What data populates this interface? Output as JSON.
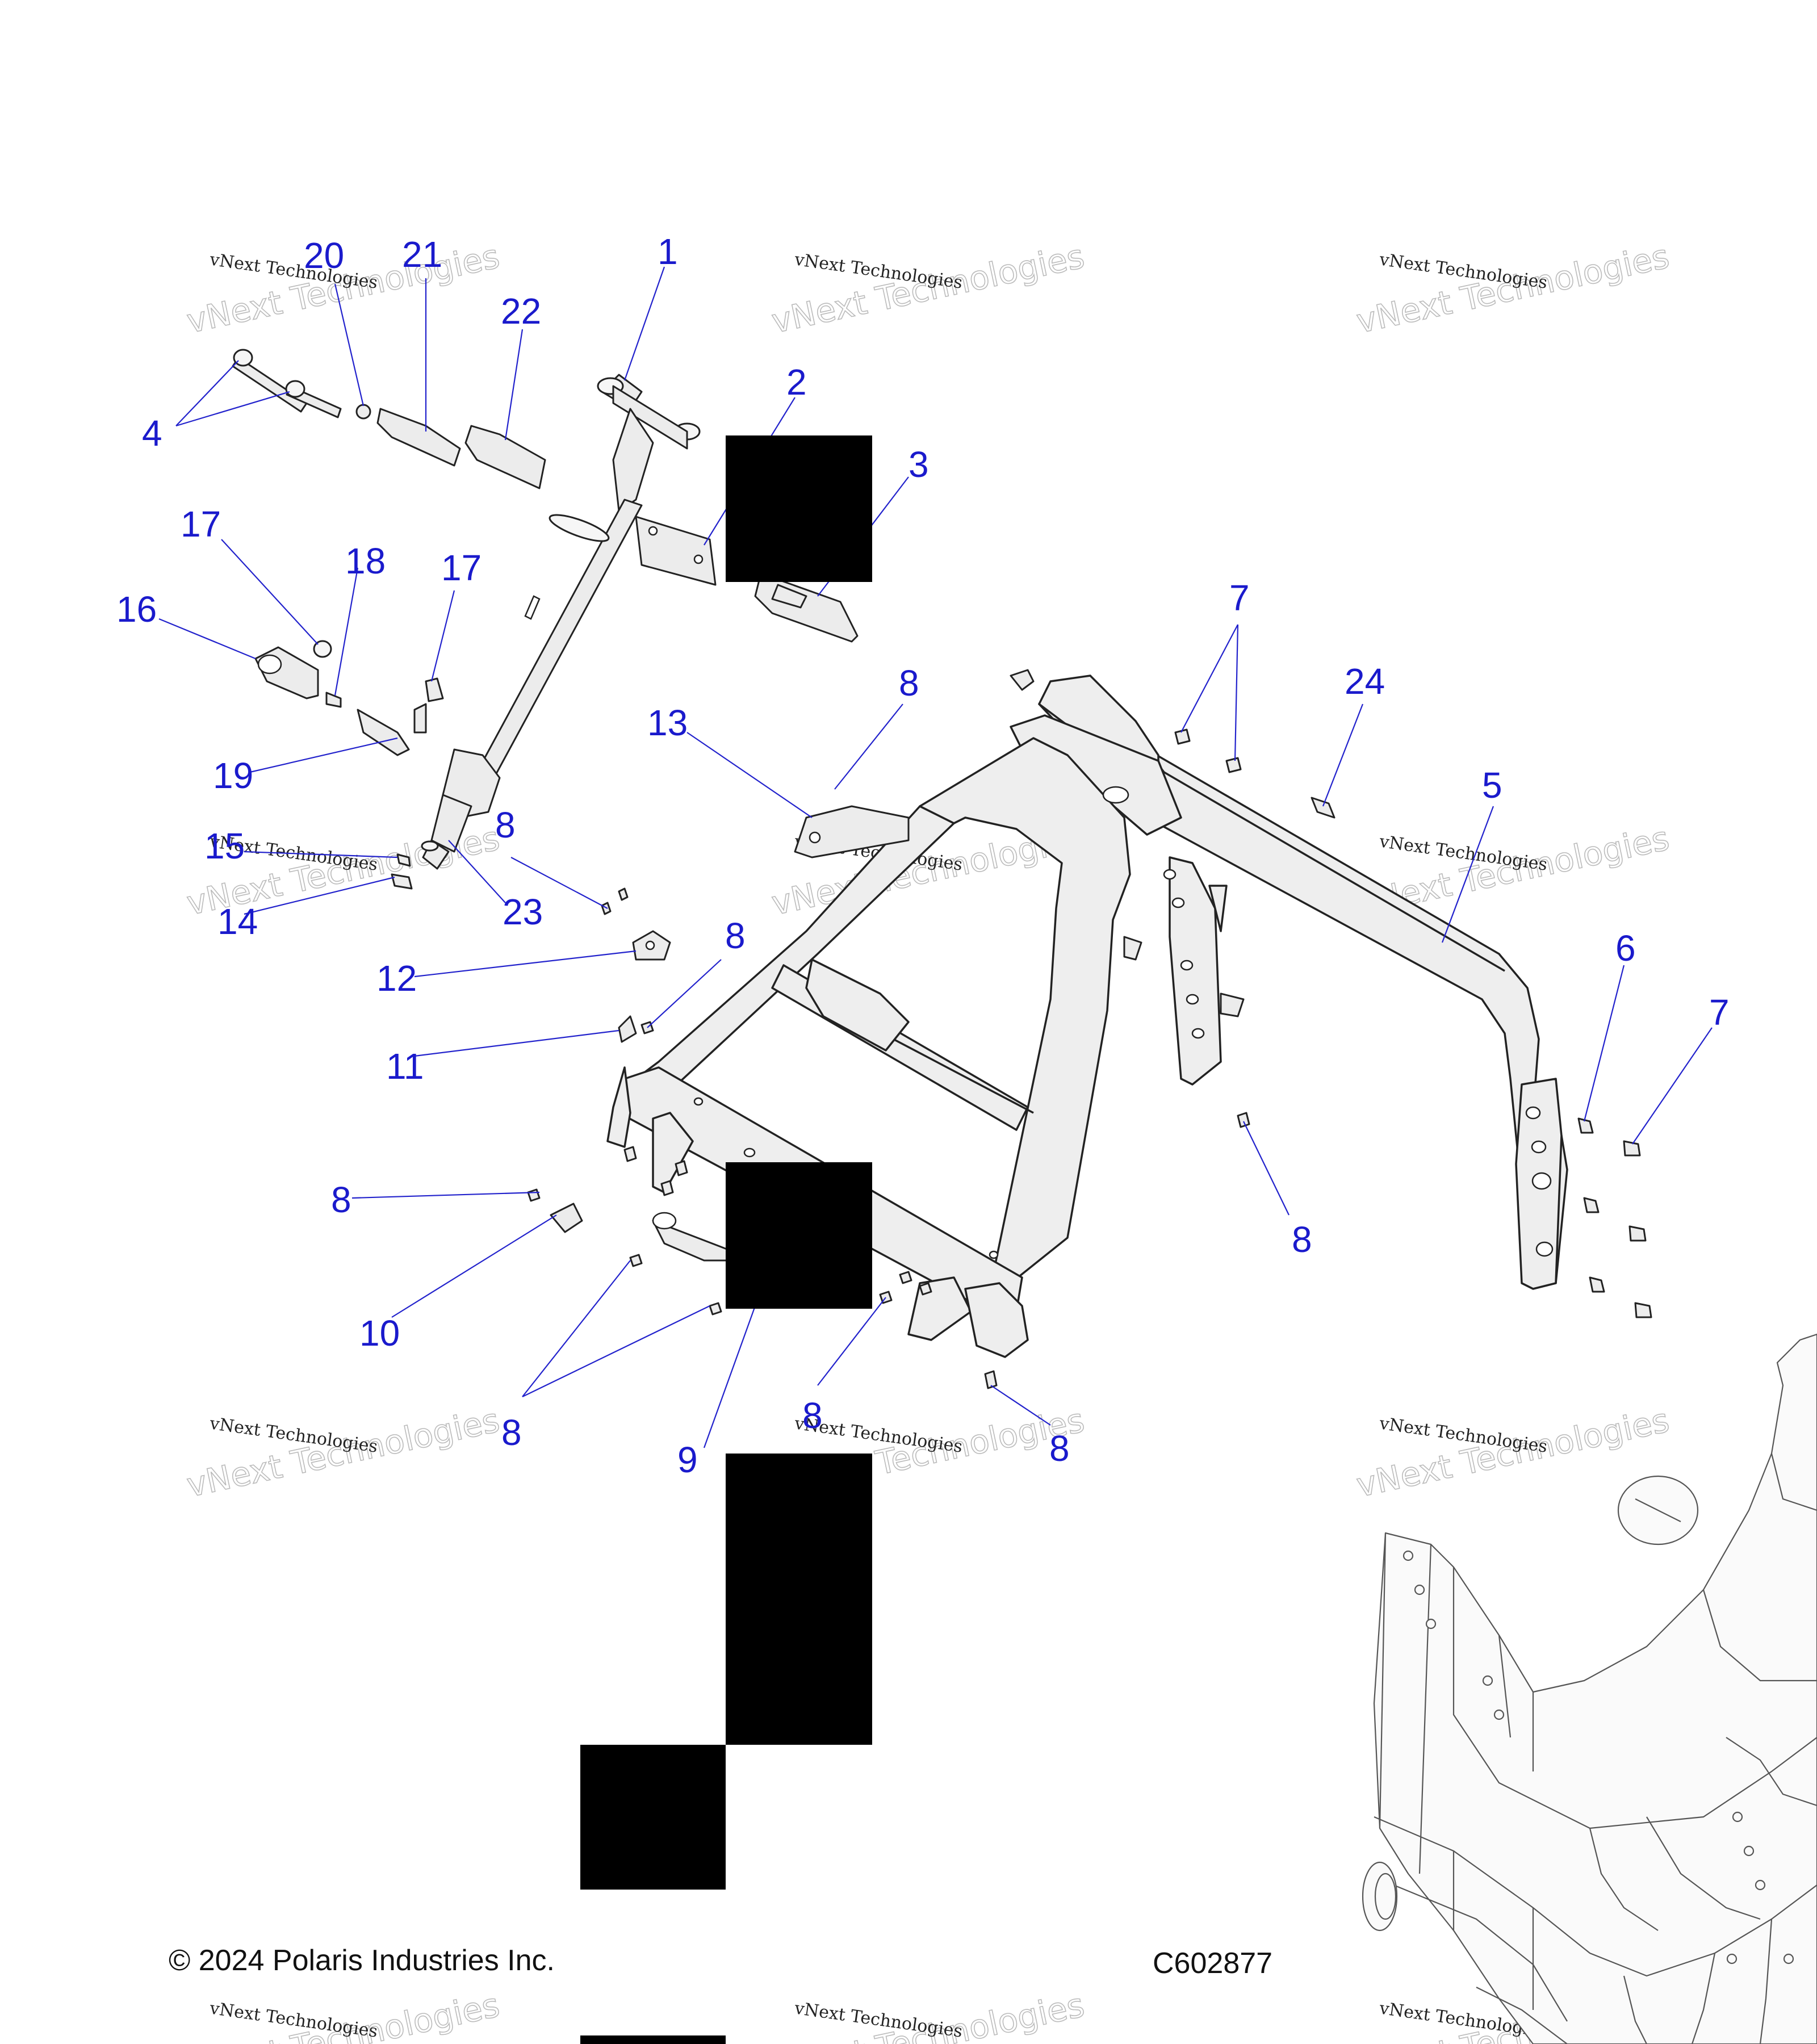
{
  "diagram": {
    "drawing_code": "C602877",
    "copyright": "© 2024 Polaris Industries Inc.",
    "watermark": {
      "line1": "vNext Technologies",
      "line2": "vNext Technologies"
    },
    "callouts": [
      {
        "id": "callout-1",
        "label": "1"
      },
      {
        "id": "callout-2",
        "label": "2"
      },
      {
        "id": "callout-3",
        "label": "3"
      },
      {
        "id": "callout-4",
        "label": "4"
      },
      {
        "id": "callout-5",
        "label": "5"
      },
      {
        "id": "callout-6",
        "label": "6"
      },
      {
        "id": "callout-7a",
        "label": "7"
      },
      {
        "id": "callout-7b",
        "label": "7"
      },
      {
        "id": "callout-8a",
        "label": "8"
      },
      {
        "id": "callout-8b",
        "label": "8"
      },
      {
        "id": "callout-8c",
        "label": "8"
      },
      {
        "id": "callout-8d",
        "label": "8"
      },
      {
        "id": "callout-8e",
        "label": "8"
      },
      {
        "id": "callout-8f",
        "label": "8"
      },
      {
        "id": "callout-8g",
        "label": "8"
      },
      {
        "id": "callout-8h",
        "label": "8"
      },
      {
        "id": "callout-9",
        "label": "9"
      },
      {
        "id": "callout-10",
        "label": "10"
      },
      {
        "id": "callout-11",
        "label": "11"
      },
      {
        "id": "callout-12",
        "label": "12"
      },
      {
        "id": "callout-13",
        "label": "13"
      },
      {
        "id": "callout-14",
        "label": "14"
      },
      {
        "id": "callout-15",
        "label": "15"
      },
      {
        "id": "callout-16",
        "label": "16"
      },
      {
        "id": "callout-17a",
        "label": "17"
      },
      {
        "id": "callout-17b",
        "label": "17"
      },
      {
        "id": "callout-18",
        "label": "18"
      },
      {
        "id": "callout-19",
        "label": "19"
      },
      {
        "id": "callout-20",
        "label": "20"
      },
      {
        "id": "callout-21",
        "label": "21"
      },
      {
        "id": "callout-22",
        "label": "22"
      },
      {
        "id": "callout-23",
        "label": "23"
      },
      {
        "id": "callout-24",
        "label": "24"
      }
    ],
    "colors": {
      "callout": "#1a1acc",
      "line_art": "#222222",
      "redaction": "#000000"
    }
  }
}
